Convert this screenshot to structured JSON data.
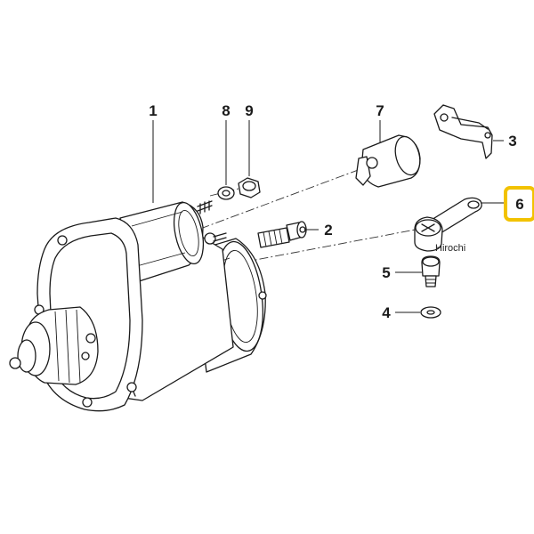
{
  "diagram": {
    "callouts": [
      {
        "id": "callout-1",
        "label": "1",
        "highlighted": false
      },
      {
        "id": "callout-2",
        "label": "2",
        "highlighted": false
      },
      {
        "id": "callout-3",
        "label": "3",
        "highlighted": false
      },
      {
        "id": "callout-4",
        "label": "4",
        "highlighted": false
      },
      {
        "id": "callout-5",
        "label": "5",
        "highlighted": false
      },
      {
        "id": "callout-6",
        "label": "6",
        "highlighted": true
      },
      {
        "id": "callout-7",
        "label": "7",
        "highlighted": false
      },
      {
        "id": "callout-8",
        "label": "8",
        "highlighted": false
      },
      {
        "id": "callout-9",
        "label": "9",
        "highlighted": false
      }
    ],
    "watermark": "Hirochi",
    "colors": {
      "line": "#1a1a1a",
      "highlight_border": "#f2c200",
      "background": "#ffffff"
    }
  }
}
